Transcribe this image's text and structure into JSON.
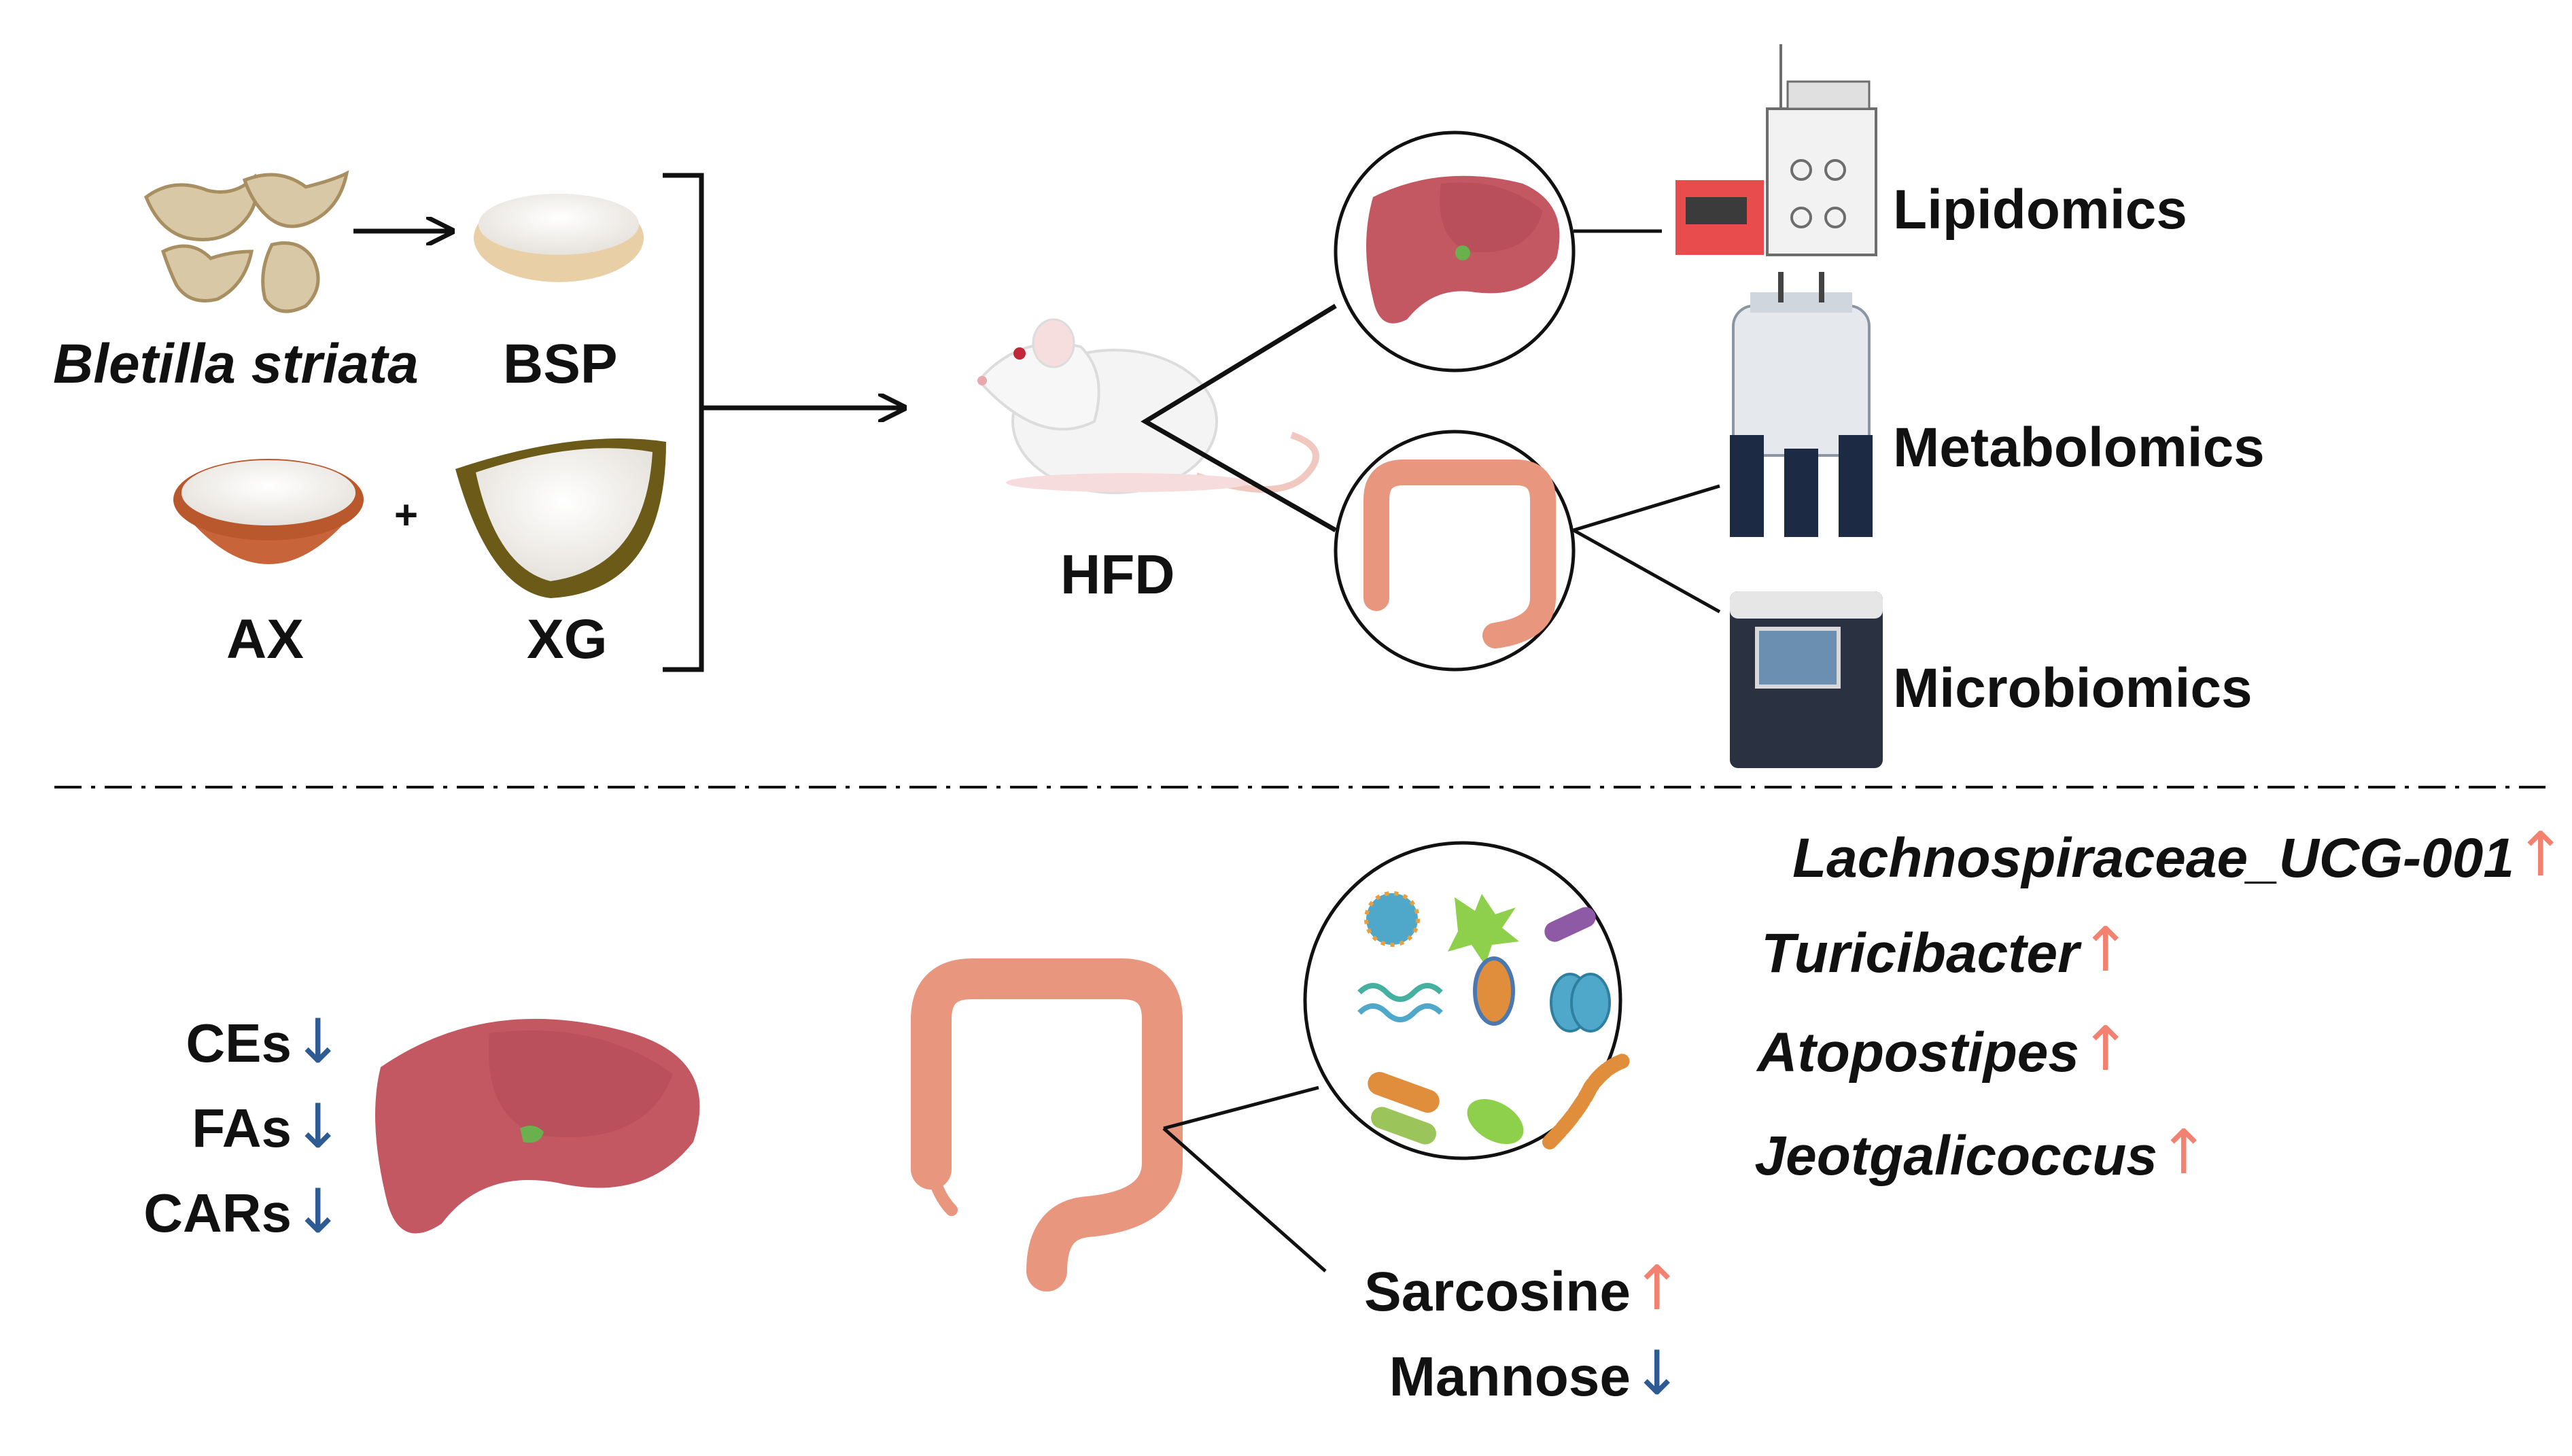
{
  "colors": {
    "up": "#f2826f",
    "down": "#2f5b93",
    "liver": "#c45862",
    "colon": "#e9967f",
    "line": "#111111"
  },
  "icons": [
    "bletilla-tuber-icon",
    "bsp-powder-bowl-icon",
    "ax-powder-bowl-icon",
    "xg-powder-leaf-icon",
    "rat-icon",
    "liver-icon",
    "colon-icon",
    "lc-ms-instrument-icon",
    "nmr-spectrometer-icon",
    "sequencer-icon",
    "bacteria-icon"
  ],
  "top": {
    "bletilla": "Bletilla striata",
    "bsp": "BSP",
    "plus": "+",
    "ax": "AX",
    "xg": "XG",
    "hfd": "HFD",
    "lipidomics": "Lipidomics",
    "metabolomics": "Metabolomics",
    "microbiomics": "Microbiomics"
  },
  "bottom": {
    "liver_lipids": [
      {
        "name": "CEs",
        "trend": "↓"
      },
      {
        "name": "FAs",
        "trend": "↓"
      },
      {
        "name": "CARs",
        "trend": "↓"
      }
    ],
    "bacteria": [
      {
        "name": "Lachnospiraceae_UCG-001",
        "trend": "↑"
      },
      {
        "name": "Turicibacter",
        "trend": "↑"
      },
      {
        "name": "Atopostipes",
        "trend": "↑"
      },
      {
        "name": "Jeotgalicoccus",
        "trend": "↑"
      }
    ],
    "metabolites": [
      {
        "name": "Sarcosine",
        "trend": "↑"
      },
      {
        "name": "Mannose",
        "trend": "↓"
      }
    ]
  }
}
